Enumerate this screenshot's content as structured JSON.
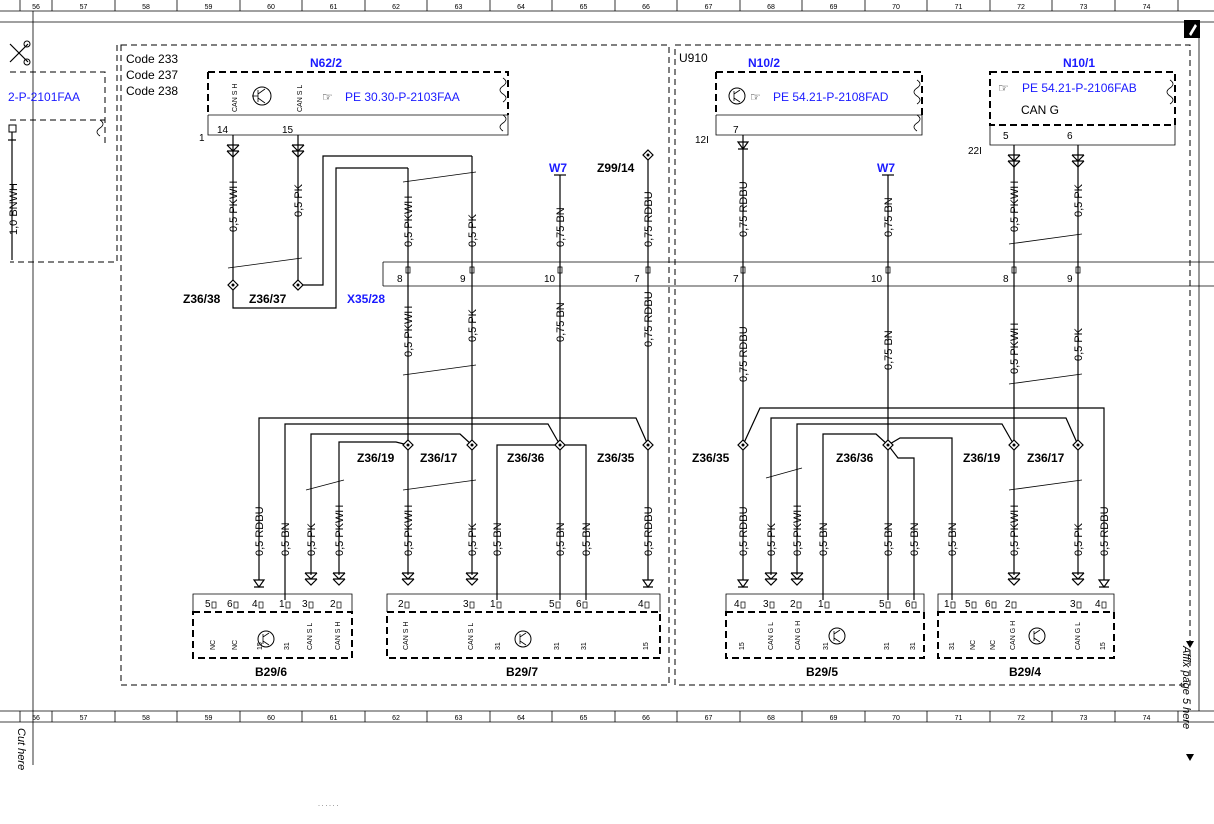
{
  "grid_numbers": [
    "56",
    "57",
    "58",
    "59",
    "60",
    "61",
    "62",
    "63",
    "64",
    "65",
    "66",
    "67",
    "68",
    "69",
    "70",
    "71",
    "72",
    "73",
    "74"
  ],
  "margin": {
    "cut_here": "Cut here",
    "affix_page": "Affix page 5 here"
  },
  "left_fragment": {
    "ref": "2-P-2101FAA",
    "wire": "1,0 BNWH"
  },
  "codes": [
    "Code 233",
    "Code 237",
    "Code 238"
  ],
  "u910": "U910",
  "components": {
    "n62_2": {
      "id": "N62/2",
      "ref": "PE 30.30-P-2103FAA",
      "pin_l": "14",
      "pin_r": "15",
      "lab_l": "CAN S H",
      "lab_r": "CAN S L",
      "conn": "1"
    },
    "n10_2": {
      "id": "N10/2",
      "ref": "PE 54.21-P-2108FAD",
      "pin": "7",
      "conn": "12I"
    },
    "n10_1": {
      "id": "N10/1",
      "ref": "PE 54.21-P-2106FAB",
      "can": "CAN G",
      "pin_l": "5",
      "pin_r": "6",
      "conn": "22I"
    }
  },
  "ground_labels": {
    "w7a": "W7",
    "w7b": "W7",
    "z99": "Z99/14"
  },
  "splices": {
    "z36_38": "Z36/38",
    "z36_37": "Z36/37",
    "x35_28": "X35/28",
    "z36_19a": "Z36/19",
    "z36_17a": "Z36/17",
    "z36_36a": "Z36/36",
    "z36_35a": "Z36/35",
    "z36_35b": "Z36/35",
    "z36_36b": "Z36/36",
    "z36_19b": "Z36/19",
    "z36_17b": "Z36/17"
  },
  "x35_pins": [
    "8",
    "9",
    "10",
    "7",
    "7",
    "10",
    "8",
    "9"
  ],
  "wire_labels": {
    "a1": "0,5 PKWH",
    "a2": "0,5 PK",
    "b1": "0,5 PKWH",
    "b2": "0,5 PK",
    "b3": "0,75 BN",
    "b4": "0,75 RDBU",
    "b5": "0,75 RDBU",
    "b6": "0,75 BN",
    "b7": "0,5 PKWH",
    "b8": "0,5 PK",
    "c1": "0,5 PKWH",
    "c2": "0,5 PK",
    "c3": "0,75 BN",
    "c4": "0,75 RDBU",
    "c5": "0,75 RDBU",
    "c6": "0,75 BN",
    "c7": "0,5 PKWH",
    "c8": "0,5 PK",
    "d1": "0,5 RDBU",
    "d2": "0,5 BN",
    "d3": "0,5 PK",
    "d4": "0,5 PKWH",
    "d5": "0,5 PKWH",
    "d6": "0,5 PK",
    "d7": "0,5 BN",
    "d8": "0,5 BN",
    "d9": "0,5 BN",
    "d10": "0,5 RDBU",
    "d11": "0,5 RDBU",
    "d12": "0,5 PK",
    "d13": "0,5 PKWH",
    "d14": "0,5 BN",
    "d15": "0,5 BN",
    "d16": "0,5 BN",
    "d17": "0,5 BN",
    "d18": "0,5 PKWH",
    "d19": "0,5 PK",
    "d20": "0,5 RDBU"
  },
  "sensors": {
    "b29_6": {
      "id": "B29/6",
      "pins": [
        "5",
        "6",
        "4",
        "1",
        "3",
        "2"
      ],
      "labs": [
        "NC",
        "NC",
        "15",
        "31",
        "CAN S L",
        "CAN S H"
      ]
    },
    "b29_7": {
      "id": "B29/7",
      "pins": [
        "2",
        "3",
        "1",
        "5",
        "6",
        "4"
      ],
      "labs": [
        "CAN S H",
        "CAN S L",
        "31",
        "31",
        "31",
        "15"
      ]
    },
    "b29_5": {
      "id": "B29/5",
      "pins": [
        "4",
        "3",
        "2",
        "1",
        "5",
        "6"
      ],
      "labs": [
        "15",
        "CAN G L",
        "CAN G H",
        "31",
        "31",
        "31"
      ]
    },
    "b29_4": {
      "id": "B29/4",
      "pins": [
        "1",
        "5",
        "6",
        "2",
        "3",
        "4"
      ],
      "labs": [
        "31",
        "NC",
        "NC",
        "CAN G H",
        "CAN G L",
        "15"
      ]
    }
  }
}
